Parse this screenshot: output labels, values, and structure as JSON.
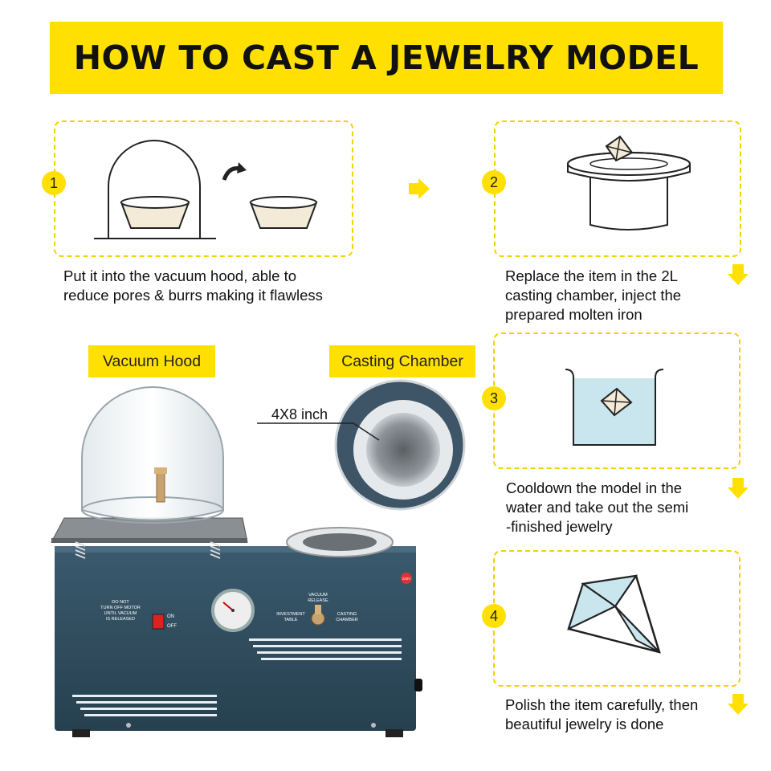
{
  "title": "HOW TO CAST A JEWELRY MODEL",
  "steps": [
    {
      "number": "1",
      "text": "Put it into the vacuum hood, able to\nreduce pores & burrs making it flawless"
    },
    {
      "number": "2",
      "text": "Replace the item in the 2L\ncasting chamber, inject the\nprepared molten iron"
    },
    {
      "number": "3",
      "text": "Cooldown the model in the\nwater and take out the semi\n-finished jewelry"
    },
    {
      "number": "4",
      "text": "Polish the item carefully, then\nbeautiful jewelry is done"
    }
  ],
  "labels": {
    "vacuum_hood": "Vacuum Hood",
    "casting_chamber": "Casting Chamber",
    "dimension": "4X8 inch"
  },
  "machine_panel": {
    "do_not": "DO NOT",
    "warning_line1": "TURN OFF MOTOR",
    "warning_line2": "UNTIL VACUUM",
    "warning_line3": "IS RELEASED",
    "on": "ON",
    "off": "OFF",
    "vacuum": "VACUUM",
    "release": "RELEASE",
    "investment": "INVESTMENT",
    "table": "TABLE",
    "casting": "CASTING",
    "chamber": "CHAMBER",
    "sticker": "220V"
  },
  "colors": {
    "accent_yellow": "#ffe000",
    "dashed_border": "#f5d200",
    "machine_blue": "#2f4a5c",
    "water_blue": "#c9e6ef"
  },
  "icons": [
    "curved-arrow-icon",
    "right-arrow-icon",
    "down-arrow-icon",
    "gem-icon"
  ]
}
